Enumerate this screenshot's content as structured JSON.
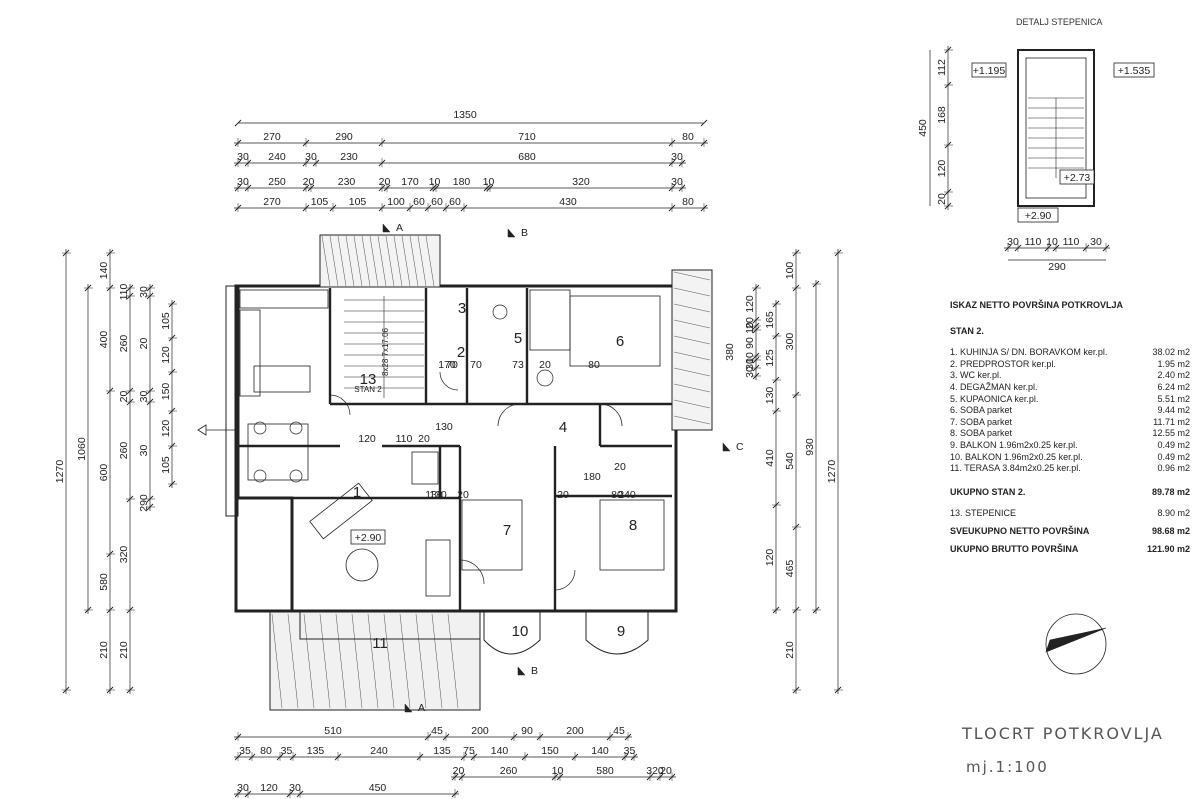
{
  "plan": {
    "top_overall": "1350",
    "top_row1": [
      "270",
      "290",
      "710",
      "80"
    ],
    "top_row2": [
      "30",
      "240",
      "30",
      "230",
      "680",
      "30"
    ],
    "top_row3": [
      "30",
      "250",
      "20",
      "230",
      "20",
      "170",
      "10",
      "180",
      "10",
      "320",
      "30"
    ],
    "top_row4": [
      "270",
      "105",
      "105",
      "100",
      "60",
      "60",
      "60",
      "430",
      "80"
    ],
    "left_overall_outer": "1270",
    "left_overall_inner": "1060",
    "left_col1": [
      "140",
      "400",
      "600",
      "580",
      "210"
    ],
    "left_col2": [
      "110",
      "260",
      "20",
      "260",
      "320",
      "210"
    ],
    "left_col3": [
      "30",
      "20",
      "30",
      "30",
      "290",
      "30"
    ],
    "left_col4": [
      "105",
      "120",
      "150",
      "120",
      "105"
    ],
    "right_overall": "1270",
    "right_930": "930",
    "right_col": [
      "100",
      "300",
      "540",
      "465",
      "210"
    ],
    "right_col2": [
      "165",
      "125",
      "130",
      "410",
      "120"
    ],
    "right_col3": [
      "120",
      "20",
      "10",
      "90",
      "10",
      "30",
      "30",
      "30"
    ],
    "right_380": "380",
    "bottom_row1": [
      "510",
      "45",
      "200",
      "90",
      "200",
      "45"
    ],
    "bottom_row2": [
      "35",
      "80",
      "35",
      "135",
      "240",
      "135",
      "75",
      "140",
      "150",
      "140",
      "35"
    ],
    "bottom_row3": [
      "20",
      "260",
      "10",
      "580",
      "320",
      "20"
    ],
    "bottom_row4": [
      "30",
      "120",
      "30",
      "450"
    ],
    "interior_dims": [
      "120",
      "110",
      "20",
      "130",
      "130",
      "20",
      "170",
      "70",
      "70",
      "73",
      "20",
      "80",
      "130",
      "20",
      "180",
      "80",
      "20",
      "240"
    ],
    "rooms": [
      "1",
      "2",
      "3",
      "4",
      "5",
      "6",
      "7",
      "8",
      "9",
      "10",
      "11",
      "13"
    ],
    "levels": {
      "main": "+2.90"
    },
    "section_marks": [
      "A",
      "B",
      "C"
    ],
    "stair_labels": {
      "steps": "8x28 7x17.06",
      "stan": "STAN 2"
    }
  },
  "detail": {
    "title": "DETALJ STEPENICA",
    "levels": [
      "+1.195",
      "+1.535",
      "+2.73",
      "+2.90"
    ],
    "left_dims": [
      "112",
      "168",
      "120",
      "20",
      "450"
    ],
    "bottom_dims": [
      "30",
      "110",
      "10",
      "110",
      "30"
    ],
    "bottom_total": "290"
  },
  "schedule": {
    "heading": "ISKAZ NETTO POVRŠINA POTKROVLJA",
    "unit": "STAN 2.",
    "items": [
      {
        "label": "1.  KUHINJA S/ DN. BORAVKOM  ker.pl.",
        "value": "38.02 m2"
      },
      {
        "label": "2.  PREDPROSTOR  ker.pl.",
        "value": "1.95 m2"
      },
      {
        "label": "3.  WC  ker.pl.",
        "value": "2.40 m2"
      },
      {
        "label": "4.  DEGAŽMAN  ker.pl.",
        "value": "6.24 m2"
      },
      {
        "label": "5.  KUPAONICA  ker.pl.",
        "value": "5.51 m2"
      },
      {
        "label": "6.  SOBA  parket",
        "value": "9.44 m2"
      },
      {
        "label": "7.  SOBA  parket",
        "value": "11.71 m2"
      },
      {
        "label": "8.  SOBA  parket",
        "value": "12.55 m2"
      },
      {
        "label": "9.  BALKON  1.96m2x0.25  ker.pl.",
        "value": "0.49 m2"
      },
      {
        "label": "10. BALKON  1.96m2x0.25  ker.pl.",
        "value": "0.49 m2"
      },
      {
        "label": "11. TERASA  3.84m2x0.25  ker.pl.",
        "value": "0.96 m2"
      }
    ],
    "total_label": "UKUPNO    STAN  2.",
    "total_value": "89.78 m2",
    "stairs_label": "13. STEPENICE",
    "stairs_value": "8.90 m2",
    "net_label": "SVEUKUPNO NETTO POVRŠINA",
    "net_value": "98.68 m2",
    "gross_label": "UKUPNO BRUTTO POVRŠINA",
    "gross_value": "121.90 m2"
  },
  "title": "TLOCRT  POTKROVLJA",
  "scale": "mj.1:100"
}
